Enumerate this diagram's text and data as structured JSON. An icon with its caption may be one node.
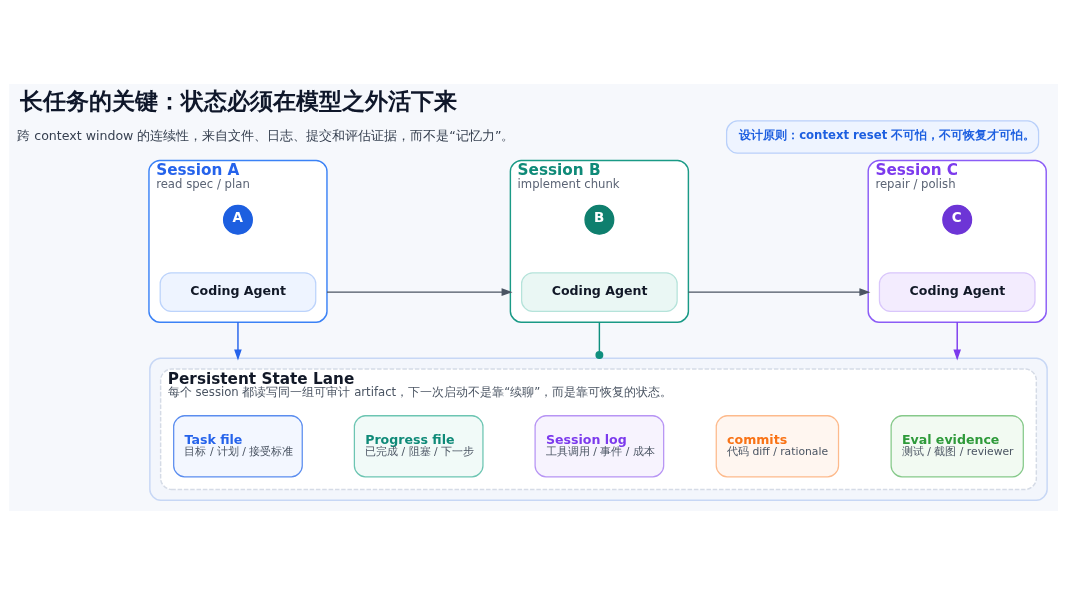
{
  "diagram": {
    "title": "长任务的关键：状态必须在模型之外活下来",
    "nodes": [
      {
        "text": [
          "设计原则：context reset 不可怕，不可恢复才可怕。"
        ]
      },
      {
        "text": [
          "Session A",
          "read spec / plan"
        ]
      },
      {
        "text": [
          "A"
        ],
        "in": 1
      },
      {
        "text": [
          "Coding Agent"
        ],
        "in": 1
      },
      {
        "text": [
          "Session B",
          "implement chunk"
        ]
      },
      {
        "text": [
          "B"
        ],
        "in": 4
      },
      {
        "text": [
          "Coding Agent"
        ],
        "in": 4
      },
      {
        "text": [
          "Session C",
          "repair / polish"
        ]
      },
      {
        "text": [
          "C"
        ],
        "in": 7
      },
      {
        "text": [
          "Coding Agent"
        ],
        "in": 7
      },
      {
        "text": [],
        "shape": "box"
      },
      {
        "text": [
          "Persistent State Lane",
          "每个 session 都读写同一组可审计 artifact，下一次启动不是靠“续聊”，而是靠可恢复的状态。"
        ],
        "in": 10
      },
      {
        "text": [
          "Task file",
          "目标 / 计划 / 接受标准"
        ],
        "in": 11
      },
      {
        "text": [
          "Progress file",
          "已完成 / 阻塞 / 下一步"
        ],
        "in": 11
      },
      {
        "text": [
          "Session log",
          "工具调用 / 事件 / 成本"
        ],
        "in": 11
      },
      {
        "text": [
          "commits",
          "代码 diff / rationale"
        ],
        "in": 11
      },
      {
        "text": [
          "Eval evidence",
          "测试 / 截图 / reviewer"
        ],
        "in": 11
      }
    ],
    "edges": [
      {
        "from": 1,
        "to": 4,
        "arrow": "to"
      },
      {
        "from": 4,
        "to": 7,
        "arrow": "to"
      },
      {
        "from": 1,
        "to": 10,
        "arrow": "to",
        "color": "#2563eb"
      },
      {
        "from": 4,
        "to": 10,
        "arrow": "other",
        "color": "#0f8f7e"
      },
      {
        "from": 7,
        "to": 10,
        "arrow": "to",
        "color": "#7c3aed"
      }
    ],
    "labels": [
      "跨 context window 的连续性，来自文件、日志、提交和评估证据，而不是“记忆力”。"
    ]
  }
}
